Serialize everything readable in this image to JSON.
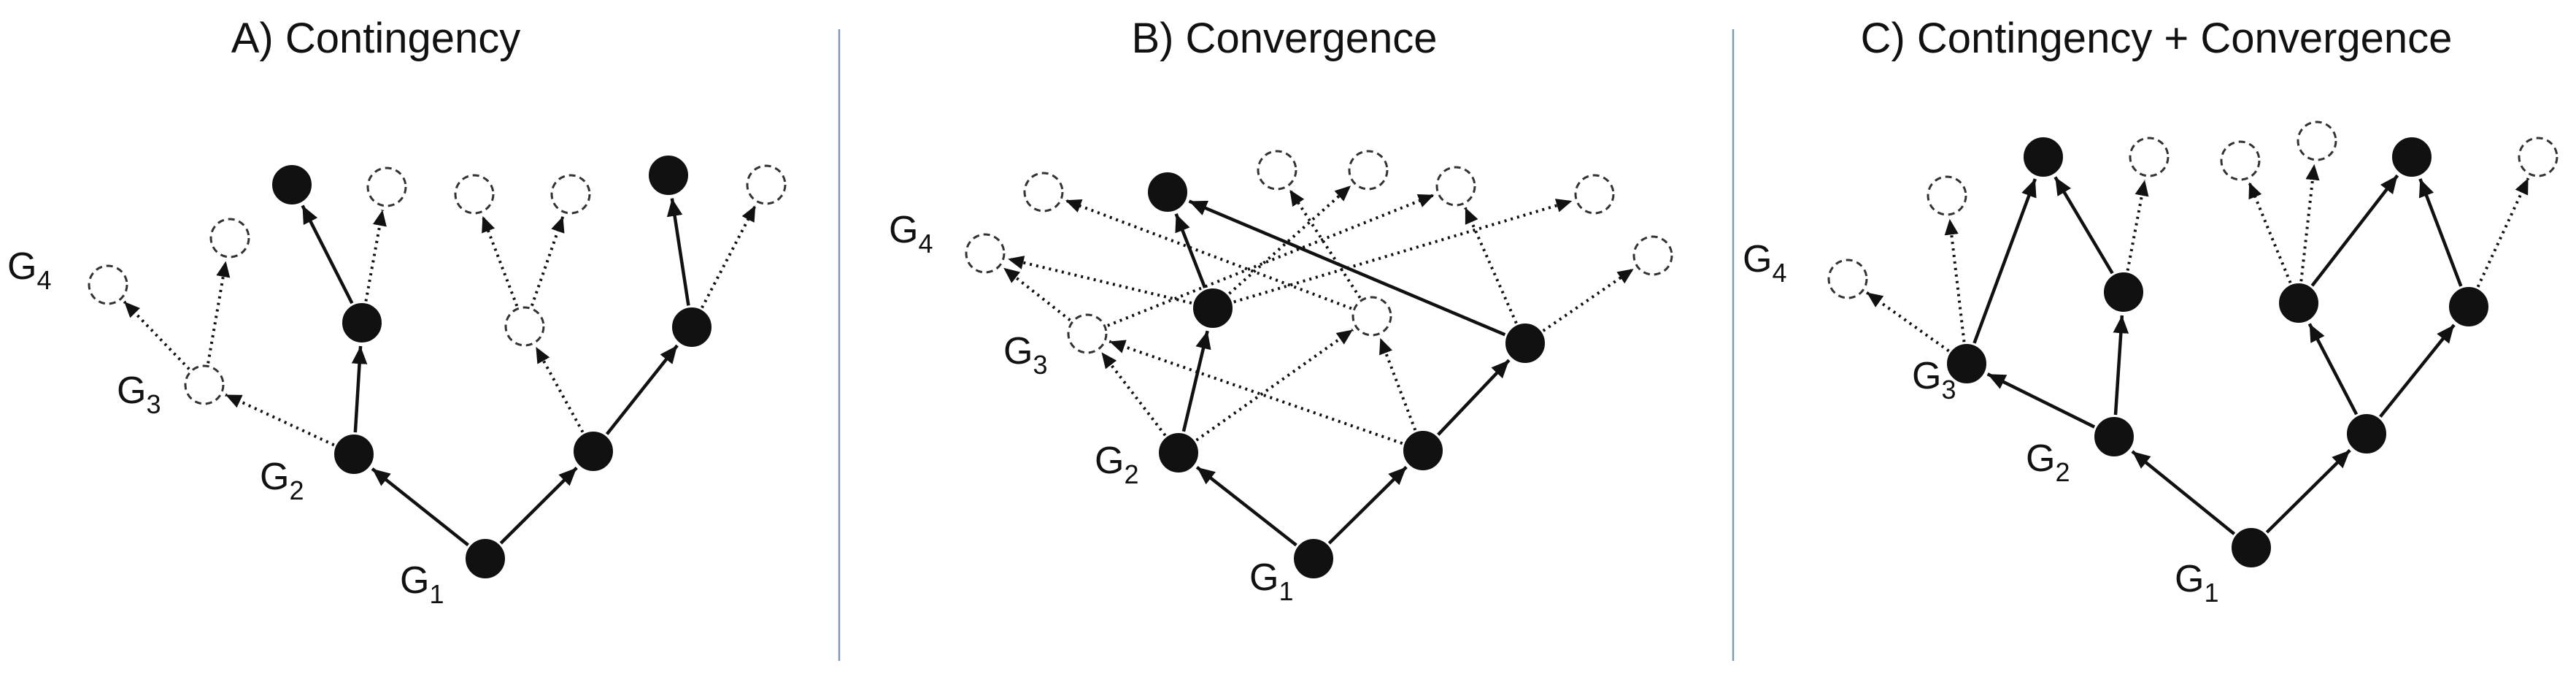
{
  "panels": [
    {
      "id": "A",
      "title": "A) Contingency",
      "gen_labels": [
        {
          "base": "G",
          "sub": "1"
        },
        {
          "base": "G",
          "sub": "2"
        },
        {
          "base": "G",
          "sub": "3"
        },
        {
          "base": "G",
          "sub": "4"
        }
      ]
    },
    {
      "id": "B",
      "title": "B) Convergence",
      "gen_labels": [
        {
          "base": "G",
          "sub": "1"
        },
        {
          "base": "G",
          "sub": "2"
        },
        {
          "base": "G",
          "sub": "3"
        },
        {
          "base": "G",
          "sub": "4"
        }
      ]
    },
    {
      "id": "C",
      "title": "C) Contingency + Convergence",
      "gen_labels": [
        {
          "base": "G",
          "sub": "1"
        },
        {
          "base": "G",
          "sub": "2"
        },
        {
          "base": "G",
          "sub": "3"
        },
        {
          "base": "G",
          "sub": "4"
        }
      ]
    }
  ],
  "node_styles": {
    "filled": "#111111",
    "empty_outline": "#333333"
  }
}
